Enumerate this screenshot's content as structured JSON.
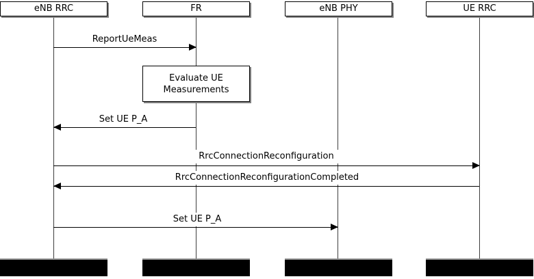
{
  "diagram": {
    "type": "sequence-diagram",
    "actors": [
      {
        "label": "eNB RRC"
      },
      {
        "label": "FR"
      },
      {
        "label": "eNB PHY"
      },
      {
        "label": "UE RRC"
      }
    ],
    "process_box": {
      "on": "FR",
      "label": "Evaluate UE Measurements"
    },
    "messages": [
      {
        "label": "ReportUeMeas",
        "from": "eNB RRC",
        "to": "FR",
        "direction": "right"
      },
      {
        "label": "Set UE P_A",
        "from": "FR",
        "to": "eNB RRC",
        "direction": "left"
      },
      {
        "label": "RrcConnectionReconfiguration",
        "from": "eNB RRC",
        "to": "UE RRC",
        "direction": "right"
      },
      {
        "label": "RrcConnectionReconfigurationCompleted",
        "from": "UE RRC",
        "to": "eNB RRC",
        "direction": "left"
      },
      {
        "label": "Set UE P_A",
        "from": "eNB RRC",
        "to": "eNB PHY",
        "direction": "right"
      }
    ],
    "terminators": [
      {
        "for": "eNB RRC",
        "style": "filled-black"
      },
      {
        "for": "FR",
        "style": "filled-black"
      },
      {
        "for": "eNB PHY",
        "style": "filled-black"
      },
      {
        "for": "UE RRC",
        "style": "filled-black"
      }
    ],
    "colors": {
      "background": "#ffffff",
      "line": "#000000",
      "lifeline": "#3d3d3d",
      "box_fill": "#ffffff",
      "box_border": "#000000",
      "box_shadow": "#808080",
      "terminator_fill": "#000000"
    }
  }
}
